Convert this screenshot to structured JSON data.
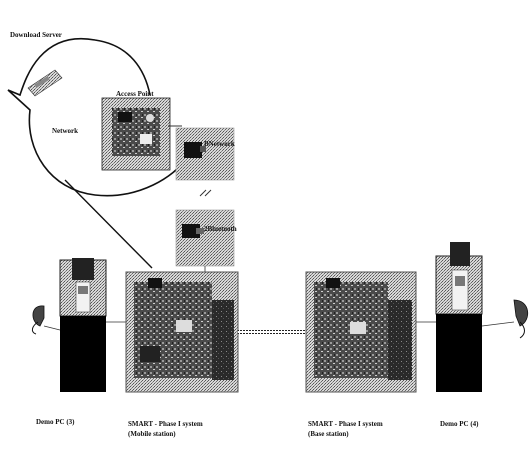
{
  "labels": {
    "download_server": "Download Server",
    "network": "Network",
    "access_point": "Access Point",
    "bt_network": "BNetwork",
    "bt_module": "2Bluetooth",
    "demo_pc_left": "Demo PC (3)",
    "demo_pc_right": "Demo PC (4)",
    "mobile_title": "SMART - Phase I system",
    "mobile_sub": "(Mobile station)",
    "base_title": "SMART - Phase I system",
    "base_sub": "(Base station)"
  }
}
